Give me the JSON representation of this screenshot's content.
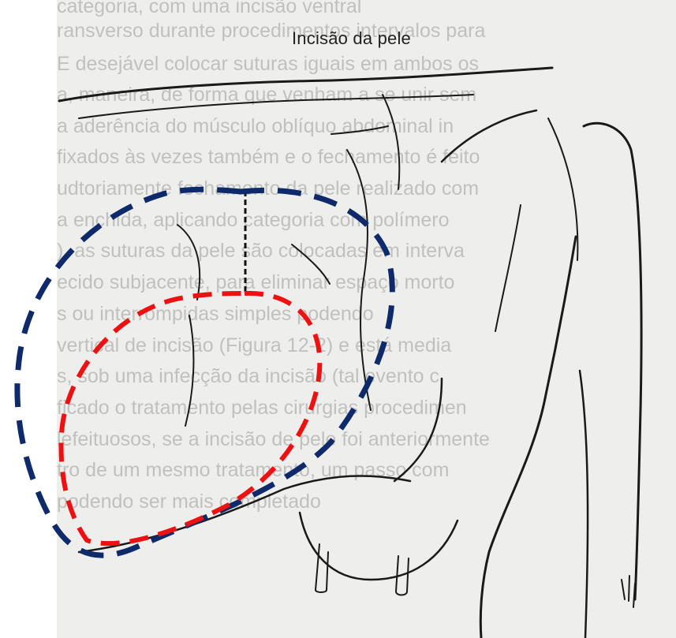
{
  "diagram": {
    "title": "Incisão da pele",
    "background_text_lines": [
      "categoria, com uma incisão ventral",
      "ransverso durante procedimentos intervalos para",
      "E desejável colocar suturas iguais em ambos os",
      "a, maneira, de forma que venham a se unir sem",
      "a aderência do músculo oblíquo abdominal in",
      "fixados às vezes também e o fechamento é feito",
      "udtoriamente fechamento da pele realizado com",
      "a enchida, aplicando categoria com polímero",
      "), as suturas da pele são colocadas em interva",
      "ecido subjacente, para eliminar espaço morto",
      "s ou interrompidas simples podendo",
      "vertical de incisão (Figura 12-2) e está media",
      "s, sob uma infecção da incisão (tal evento c",
      "ficado o tratamento pelas cirurgias procedimen",
      "lefeituosos, se a incisão de pele foi anteriormente",
      "tro de um mesmo tratamento, um passo com",
      "podendo ser mais completado"
    ],
    "colors": {
      "line_art": "#1a1a1a",
      "outer_dashed_circle": "#0f2a6a",
      "inner_dashed_circle": "#ee1111",
      "incision_line": "#111111",
      "paper": "#eeeeec",
      "background_text": "#b9b9b7"
    }
  }
}
